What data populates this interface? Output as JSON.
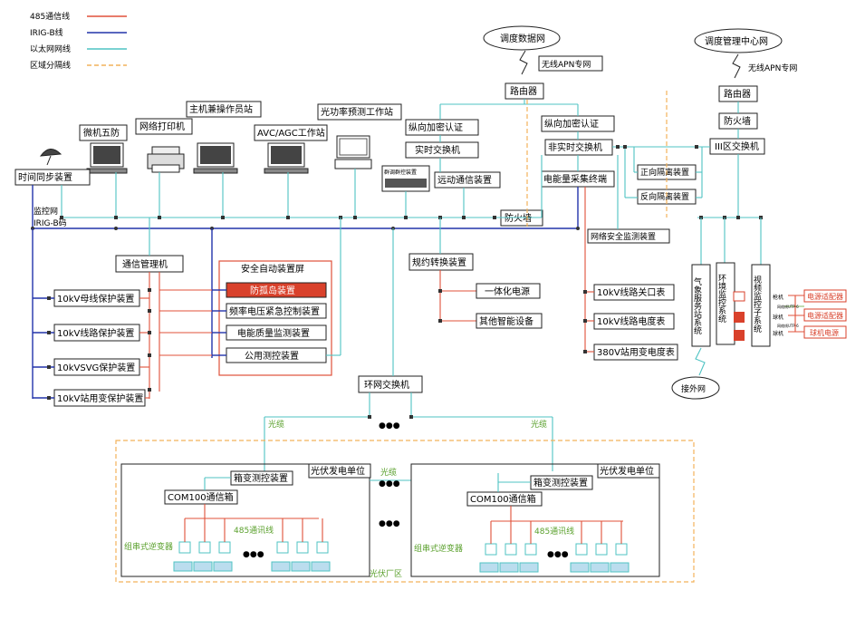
{
  "legend": {
    "rs485": "485通信线",
    "irig": "IRIG-B线",
    "ethernet": "以太网网线",
    "zone": "区域分隔线",
    "colors": {
      "rs485": "#e0503a",
      "irig": "#2233aa",
      "ethernet": "#4fc3c3",
      "zone": "#f2b25a"
    }
  },
  "top": {
    "dispatch_cloud": "调度数据网",
    "dispatch_apn": "无线APN专网",
    "dispatch_router": "路由器",
    "center_cloud": "调度管理中心网",
    "center_apn": "无线APN专网",
    "center_router": "路由器",
    "center_firewall": "防火墙",
    "zone3_switch": "III区交换机"
  },
  "station": {
    "workstation": "主机兼操作员站",
    "five_prevention": "微机五防",
    "printer": "网络打印机",
    "avc": "AVC/AGC工作站",
    "forecast": "光功率预测工作站",
    "time_sync": "时间同步装置",
    "monitor_net": "监控网",
    "irig_code": "IRIG-B码",
    "auth1": "纵向加密认证",
    "rt_switch": "实时交换机",
    "group_ctrl": "群调群控装置",
    "telecontrol": "远动通信装置",
    "firewall": "防火墙",
    "auth2": "纵向加密认证",
    "nonrt_switch": "非实时交换机",
    "energy_terminal": "电能量采集终端",
    "fwd_iso": "正向隔离装置",
    "rev_iso": "反向隔离装置",
    "net_security": "网络安全监测装置",
    "comm_mgr": "通信管理机",
    "protocol": "规约转换装置",
    "integrated_power": "一体化电源",
    "other_devices": "其他智能设备",
    "ring_switch": "环网交换机",
    "ellipsis": "●●●"
  },
  "protection": [
    "10kV母线保护装置",
    "10kV线路保护装置",
    "10kVSVG保护装置",
    "10kV站用变保护装置"
  ],
  "safety_panel": {
    "title": "安全自动装置屏",
    "items": [
      "防孤岛装置",
      "频率电压紧急控制装置",
      "电能质量监测装置",
      "公用测控装置"
    ]
  },
  "meters": [
    "10kV线路关口表",
    "10kV线路电度表",
    "380V站用变电度表"
  ],
  "zone3": {
    "weather": "气象服务站系统",
    "env": "环境监控系统",
    "video": "视频监控子系统",
    "external_net": "接外网",
    "gun": "枪机",
    "dome": "球机",
    "dome2": "球机",
    "adapter1": "电源适配器",
    "adapter2": "电源适配器",
    "dome_power": "球机电源",
    "tiny1": "网络线UTP-6",
    "tiny2": "网络线UTP-6"
  },
  "pv": {
    "fiber": "光缆",
    "fiber2": "光缆",
    "fiber_mid": "光缆",
    "unit": "光伏发电单位",
    "box_ctrl": "箱变测控装置",
    "com_box": "COM100通信箱",
    "rs485_line": "485通讯线",
    "inverter": "组串式逆变器",
    "zone": "光伏厂区"
  }
}
